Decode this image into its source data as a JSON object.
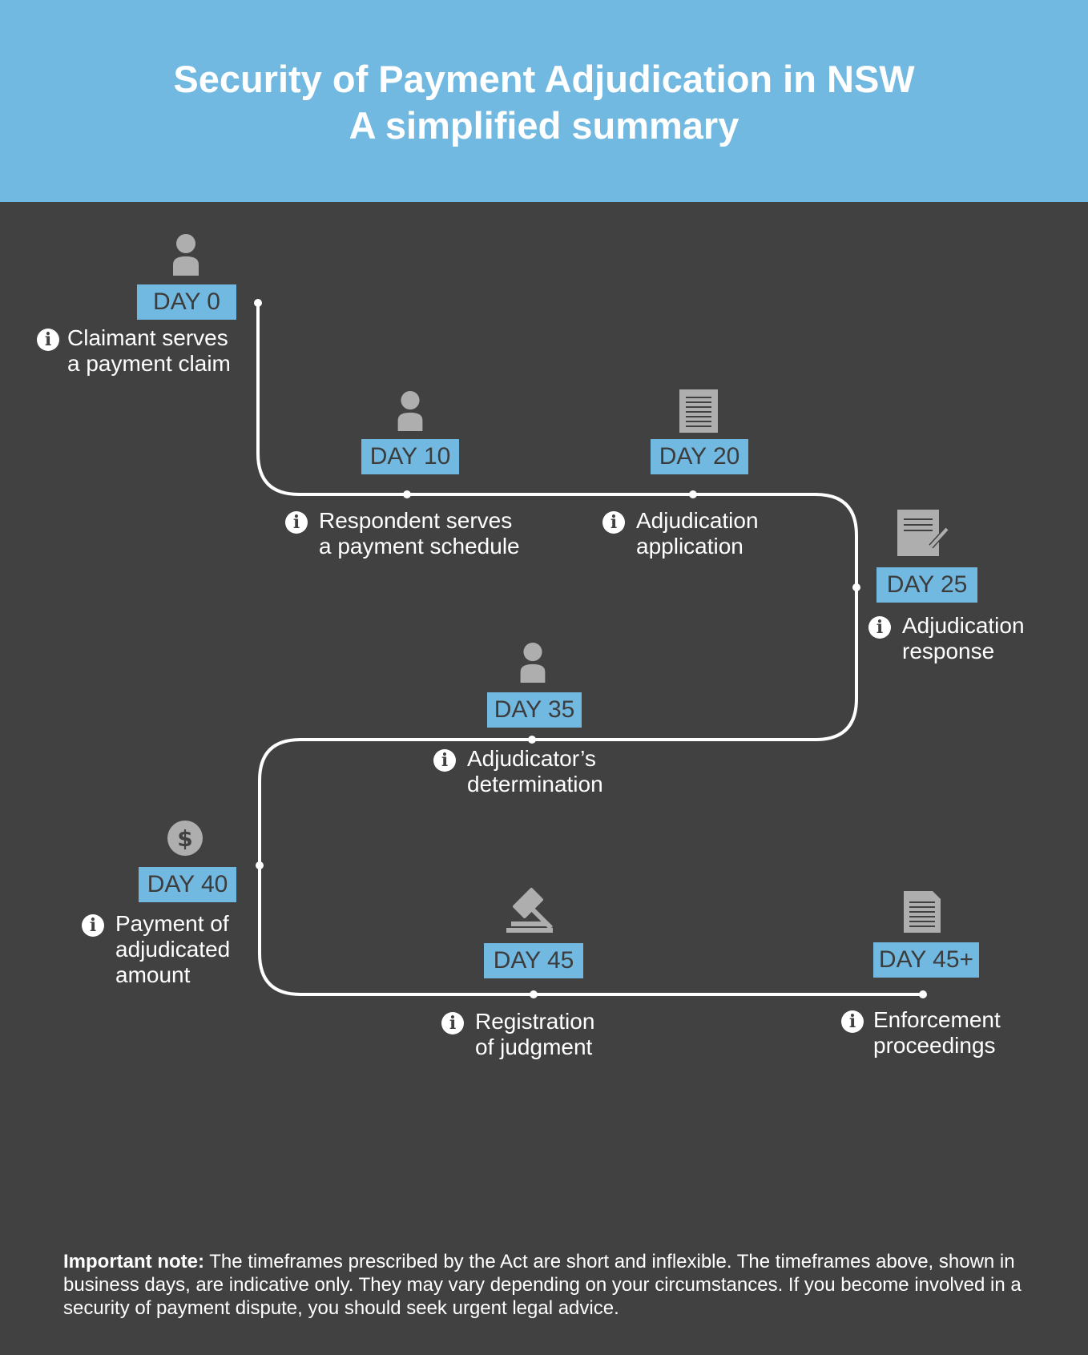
{
  "header": {
    "title_line1": "Security of Payment Adjudication in NSW",
    "title_line2": "A simplified summary"
  },
  "timeline": [
    {
      "day": "DAY 0",
      "icon": "person-icon",
      "description": "Claimant serves\na payment claim"
    },
    {
      "day": "DAY 10",
      "icon": "person-icon",
      "description": "Respondent serves\na payment schedule"
    },
    {
      "day": "DAY 20",
      "icon": "document-icon",
      "description": "Adjudication\napplication"
    },
    {
      "day": "DAY 25",
      "icon": "document-pen-icon",
      "description": "Adjudication\nresponse"
    },
    {
      "day": "DAY 35",
      "icon": "person-icon",
      "description": "Adjudicator’s\ndetermination"
    },
    {
      "day": "DAY 40",
      "icon": "dollar-icon",
      "description": "Payment of\nadjudicated\namount"
    },
    {
      "day": "DAY 45",
      "icon": "gavel-icon",
      "description": "Registration\nof judgment"
    },
    {
      "day": "DAY 45+",
      "icon": "document-icon",
      "description": "Enforcement\nproceedings"
    }
  ],
  "note": {
    "label": "Important note:",
    "text": " The timeframes prescribed by the Act are short and inflexible. The timeframes above, shown in business days, are indicative only. They may vary depending on your circumstances. If you become involved in a security of payment dispute, you should seek urgent legal advice."
  },
  "colors": {
    "header_bg": "#72b9e2",
    "body_bg": "#414141",
    "badge_bg": "#72b9e2",
    "icon_gray": "#aeaeae",
    "text": "#ffffff"
  }
}
